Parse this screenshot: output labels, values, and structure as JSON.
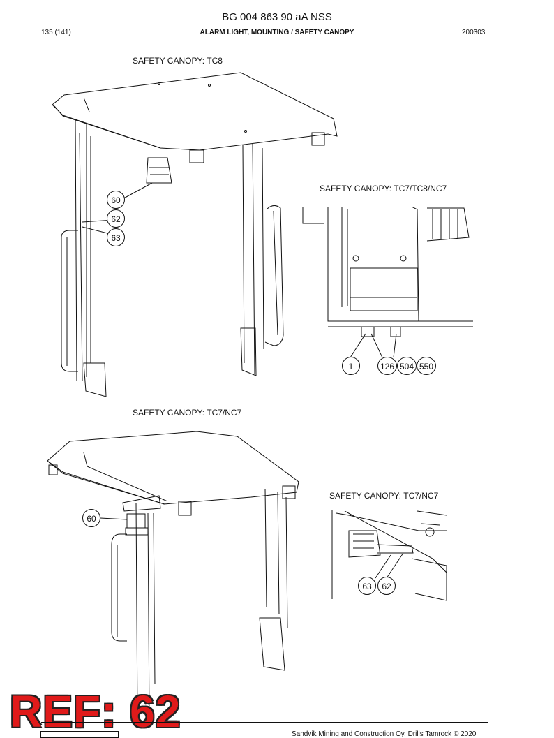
{
  "header": {
    "doc_title": "BG 004 863 90 aA NSS",
    "page": "135 (141)",
    "subtitle": "ALARM LIGHT, MOUNTING / SAFETY CANOPY",
    "date": "200303"
  },
  "figures": {
    "fig1_label": "SAFETY CANOPY: TC8",
    "fig2_label": "SAFETY CANOPY: TC7/TC8/NC7",
    "fig3_label": "SAFETY CANOPY: TC7/NC7",
    "fig4_label": "SAFETY CANOPY: TC7/NC7"
  },
  "callouts": {
    "fig1": [
      "60",
      "62",
      "63"
    ],
    "fig2": [
      "1",
      "126",
      "504",
      "550"
    ],
    "fig3": [
      "60"
    ],
    "fig4": [
      "63",
      "62"
    ]
  },
  "reference": "REF: 62",
  "footer": "Sandvik Mining and Construction Oy, Drills Tamrock © 2020",
  "colors": {
    "ref_red": "#e01a1a",
    "line": "#111111"
  }
}
